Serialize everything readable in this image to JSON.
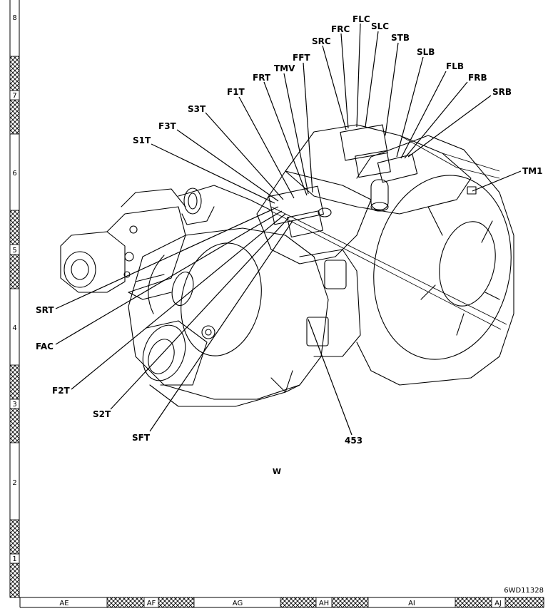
{
  "figure": {
    "id": "6WD11328",
    "view_label": "W"
  },
  "grid": {
    "rows": [
      "8",
      "7",
      "6",
      "5",
      "4",
      "3",
      "2",
      "1"
    ],
    "columns": [
      "AE",
      "AF",
      "AG",
      "AH",
      "AI",
      "AJ"
    ]
  },
  "callouts": [
    {
      "key": "FLC",
      "label": "FLC"
    },
    {
      "key": "SLC",
      "label": "SLC"
    },
    {
      "key": "FRC",
      "label": "FRC"
    },
    {
      "key": "STB",
      "label": "STB"
    },
    {
      "key": "SRC",
      "label": "SRC"
    },
    {
      "key": "FFT",
      "label": "FFT"
    },
    {
      "key": "SLB",
      "label": "SLB"
    },
    {
      "key": "TMV",
      "label": "TMV"
    },
    {
      "key": "FLB",
      "label": "FLB"
    },
    {
      "key": "FRT",
      "label": "FRT"
    },
    {
      "key": "FRB",
      "label": "FRB"
    },
    {
      "key": "SRB",
      "label": "SRB"
    },
    {
      "key": "F1T",
      "label": "F1T"
    },
    {
      "key": "S3T",
      "label": "S3T"
    },
    {
      "key": "F3T",
      "label": "F3T"
    },
    {
      "key": "S1T",
      "label": "S1T"
    },
    {
      "key": "TM1",
      "label": "TM1"
    },
    {
      "key": "SRT",
      "label": "SRT"
    },
    {
      "key": "FAC",
      "label": "FAC"
    },
    {
      "key": "F2T",
      "label": "F2T"
    },
    {
      "key": "S2T",
      "label": "S2T"
    },
    {
      "key": "SFT",
      "label": "SFT"
    },
    {
      "key": "453",
      "label": "453"
    }
  ]
}
